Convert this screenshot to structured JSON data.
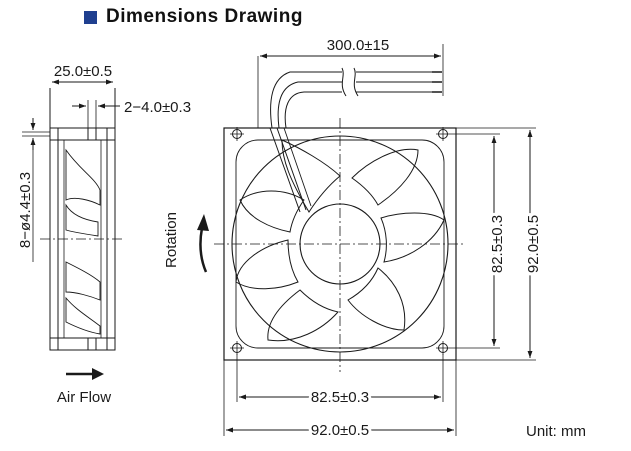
{
  "title": "Dimensions Drawing",
  "labels": {
    "depth": "25.0±0.5",
    "boss": "2−4.0±0.3",
    "holes": "8−ø4.4±0.3",
    "cable": "300.0±15",
    "rotation": "Rotation",
    "hole_pitch_v": "82.5±0.3",
    "frame_v": "92.0±0.5",
    "hole_pitch_h": "82.5±0.3",
    "frame_h": "92.0±0.5",
    "airflow": "Air Flow",
    "unit": "Unit: mm"
  }
}
